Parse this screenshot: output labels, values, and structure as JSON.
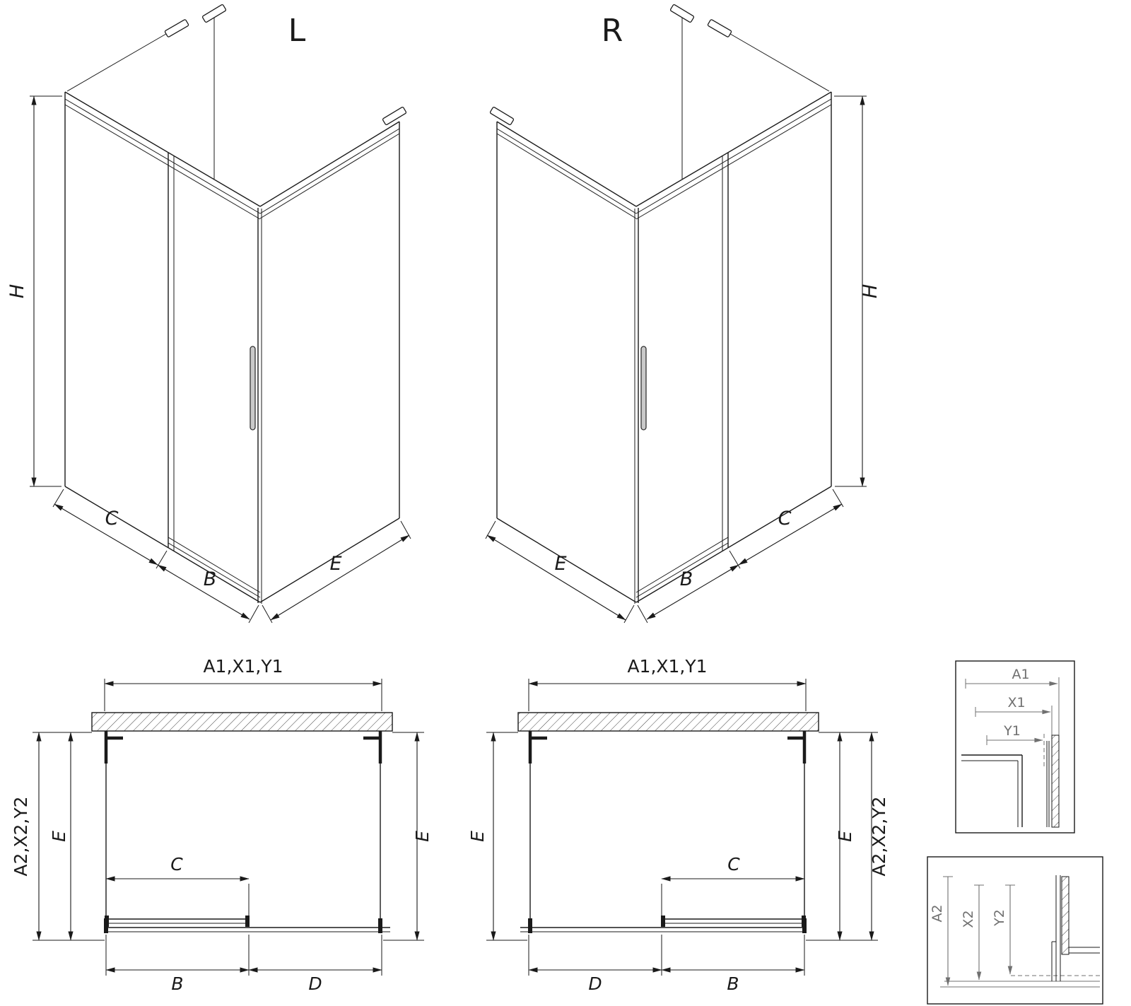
{
  "colors": {
    "line": "#1a1a1a",
    "detail_grey": "#707070",
    "background": "#ffffff"
  },
  "iso_left": {
    "title": "L",
    "dim_h": "H",
    "dim_c": "C",
    "dim_b": "B",
    "dim_e": "E"
  },
  "iso_right": {
    "title": "R",
    "dim_h": "H",
    "dim_c": "C",
    "dim_b": "B",
    "dim_e": "E"
  },
  "plan_left": {
    "dim_top": "A1,X1,Y1",
    "dim_side": "A2,X2,Y2",
    "dim_e_left": "E",
    "dim_e_right": "E",
    "dim_c": "C",
    "dim_b": "B",
    "dim_d": "D"
  },
  "plan_right": {
    "dim_top": "A1,X1,Y1",
    "dim_side": "A2,X2,Y2",
    "dim_e_left": "E",
    "dim_e_right": "E",
    "dim_c": "C",
    "dim_b": "B",
    "dim_d": "D"
  },
  "detail_top": {
    "dim_a1": "A1",
    "dim_x1": "X1",
    "dim_y1": "Y1"
  },
  "detail_bottom": {
    "dim_a2": "A2",
    "dim_x2": "X2",
    "dim_y2": "Y2"
  }
}
